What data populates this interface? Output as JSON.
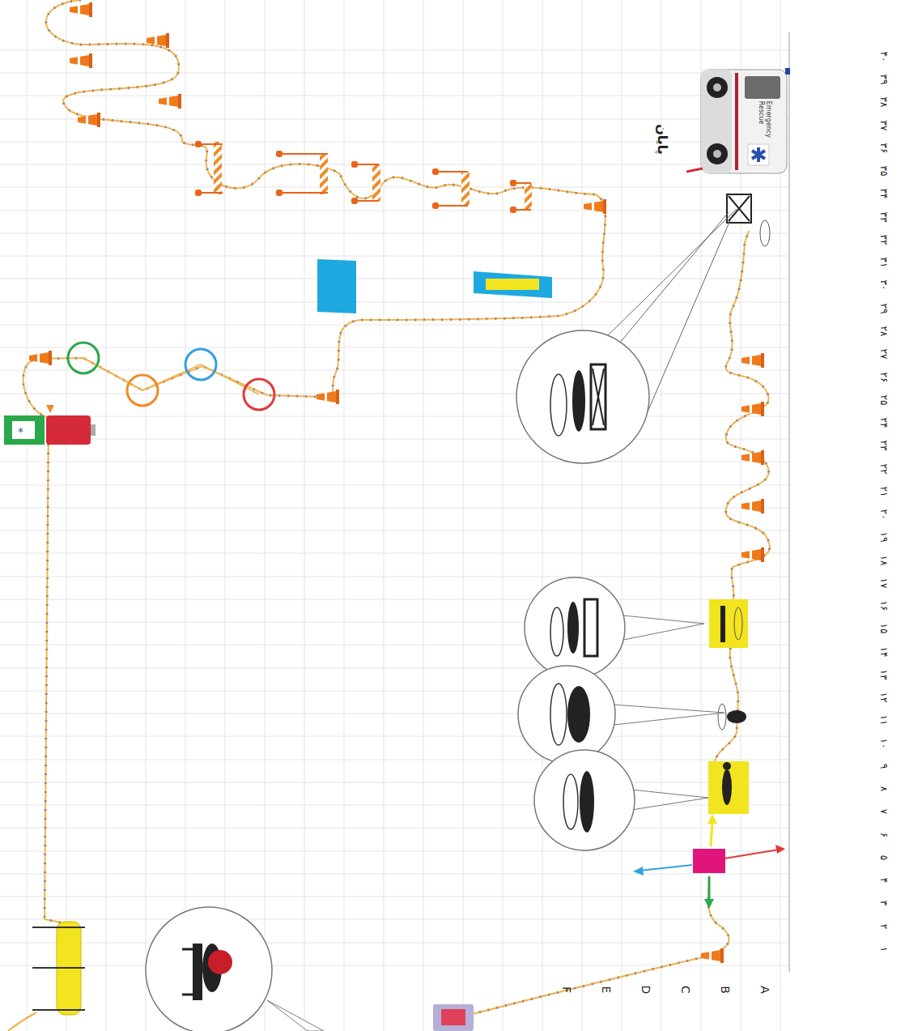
{
  "diagram": {
    "nodes": [
      {
        "text": [
          "Emergency Rescue"
        ]
      }
    ],
    "labels": [
      "پایان",
      "۱",
      "۲",
      "۳",
      "۴",
      "۵",
      "۶",
      "۷",
      "۸",
      "۹",
      "۱۰",
      "۱۱",
      "۱۲",
      "۱۳",
      "۱۴",
      "۱۵",
      "۱۶",
      "۱۷",
      "۱۸",
      "۱۹",
      "۲۰",
      "۲۱",
      "۲۲",
      "۲۳",
      "۲۴",
      "۲۵",
      "۲۶",
      "۲۷",
      "۲۸",
      "۲۹",
      "۳۰",
      "۳۱",
      "۳۲",
      "۳۳",
      "۳۴",
      "۳۵",
      "۳۶",
      "۳۷",
      "۳۸",
      "۳۹",
      "۴۰",
      "A",
      "B",
      "C",
      "D",
      "E",
      "F"
    ]
  }
}
